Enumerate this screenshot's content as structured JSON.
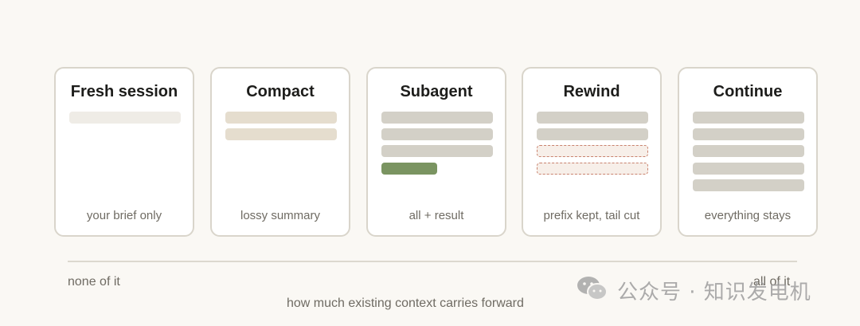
{
  "cards": [
    {
      "title": "Fresh session",
      "caption": "your brief only"
    },
    {
      "title": "Compact",
      "caption": "lossy summary"
    },
    {
      "title": "Subagent",
      "caption": "all + result"
    },
    {
      "title": "Rewind",
      "caption": "prefix kept, tail cut"
    },
    {
      "title": "Continue",
      "caption": "everything stays"
    }
  ],
  "axis": {
    "left_label": "none of it",
    "right_label": "all of it",
    "caption": "how much existing context carries forward"
  },
  "colors": {
    "fresh_bar": "#efece6",
    "lossy_bar": "#e5ddce",
    "kept_bar": "#d3d0c7",
    "result_bar": "#7a9461",
    "cut_border": "#c9826e"
  },
  "watermark": {
    "icon": "wechat-icon",
    "text": "公众号 · 知识发电机"
  }
}
